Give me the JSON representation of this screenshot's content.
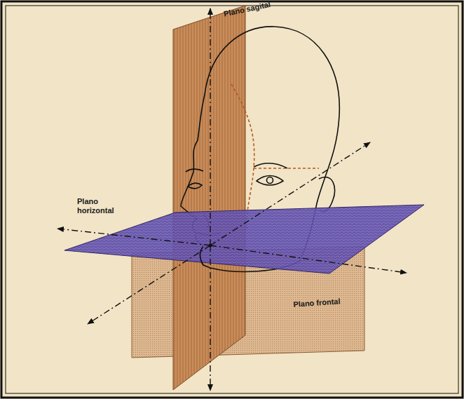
{
  "diagram": {
    "labels": [
      "Plano sagital",
      "Plano horizontal",
      "Plano frontal"
    ]
  }
}
